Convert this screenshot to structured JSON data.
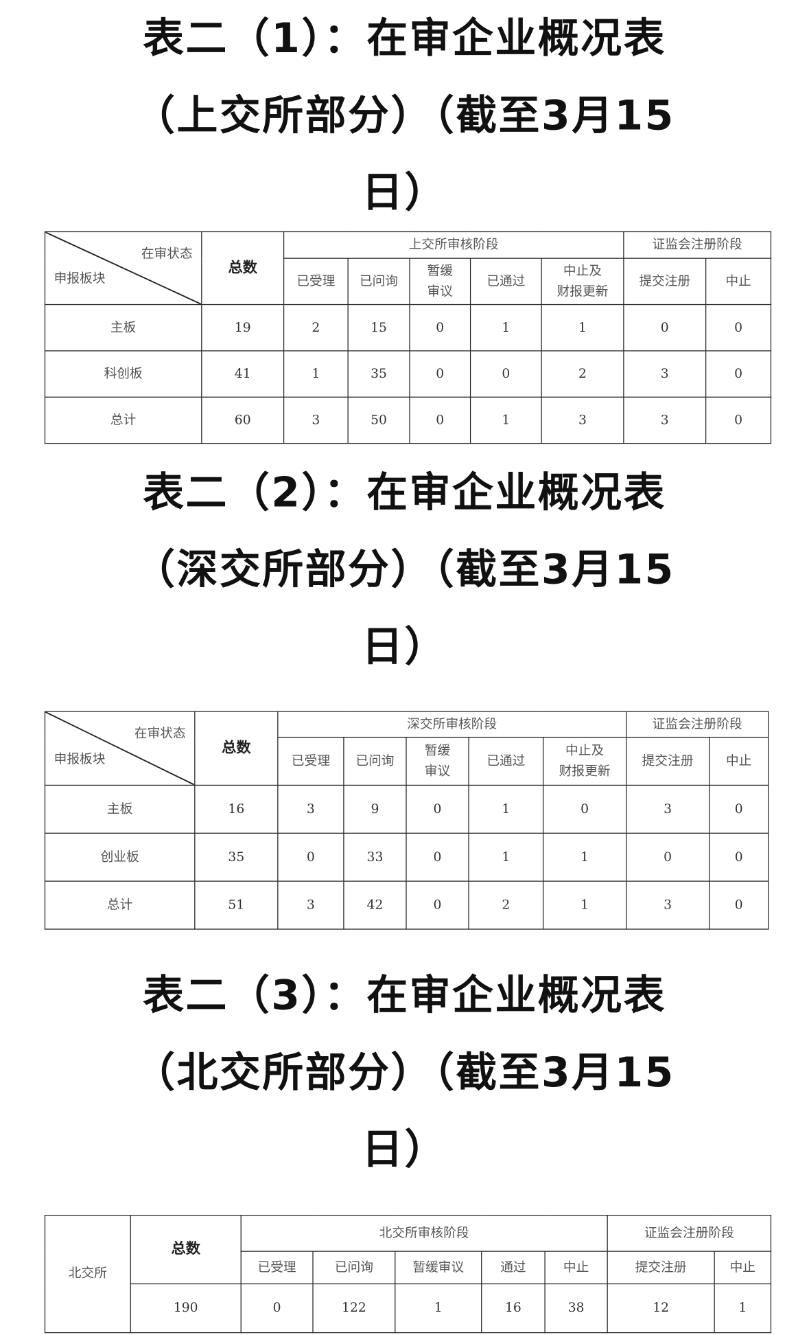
{
  "sections": [
    {
      "title_lines": [
        "表二（1）：在审企业概况表",
        "（上交所部分）（截至3月15",
        "日）"
      ],
      "table": {
        "corner_top": "在审状态",
        "corner_bottom": "申报板块",
        "total_header": "总数",
        "group1": "上交所审核阶段",
        "group2": "证监会注册阶段",
        "subheaders": [
          "已受理",
          "已问询",
          "暂缓\n审议",
          "已通过",
          "中止及\n财报更新",
          "提交注册",
          "中止"
        ],
        "rows": [
          {
            "label": "主板",
            "values": [
              "19",
              "2",
              "15",
              "0",
              "1",
              "1",
              "0",
              "0"
            ]
          },
          {
            "label": "科创板",
            "values": [
              "41",
              "1",
              "35",
              "0",
              "0",
              "2",
              "3",
              "0"
            ]
          },
          {
            "label": "总计",
            "values": [
              "60",
              "3",
              "50",
              "0",
              "1",
              "3",
              "3",
              "0"
            ]
          }
        ]
      }
    },
    {
      "title_lines": [
        "表二（2）：在审企业概况表",
        "（深交所部分）（截至3月15",
        "日）"
      ],
      "table": {
        "corner_top": "在审状态",
        "corner_bottom": "申报板块",
        "total_header": "总数",
        "group1": "深交所审核阶段",
        "group2": "证监会注册阶段",
        "subheaders": [
          "已受理",
          "已问询",
          "暂缓\n审议",
          "已通过",
          "中止及\n财报更新",
          "提交注册",
          "中止"
        ],
        "rows": [
          {
            "label": "主板",
            "values": [
              "16",
              "3",
              "9",
              "0",
              "1",
              "0",
              "3",
              "0"
            ]
          },
          {
            "label": "创业板",
            "values": [
              "35",
              "0",
              "33",
              "0",
              "1",
              "1",
              "0",
              "0"
            ]
          },
          {
            "label": "总计",
            "values": [
              "51",
              "3",
              "42",
              "0",
              "2",
              "1",
              "3",
              "0"
            ]
          }
        ]
      }
    },
    {
      "title_lines": [
        "表二（3）：在审企业概况表",
        "（北交所部分）（截至3月15",
        "日）"
      ],
      "table": {
        "label": "北交所",
        "total_header": "总数",
        "group1": "北交所审核阶段",
        "group2": "证监会注册阶段",
        "subheaders": [
          "已受理",
          "已问询",
          "暂缓审议",
          "通过",
          "中止",
          "提交注册",
          "中止"
        ],
        "values": [
          "190",
          "0",
          "122",
          "1",
          "16",
          "38",
          "12",
          "1"
        ]
      }
    }
  ]
}
